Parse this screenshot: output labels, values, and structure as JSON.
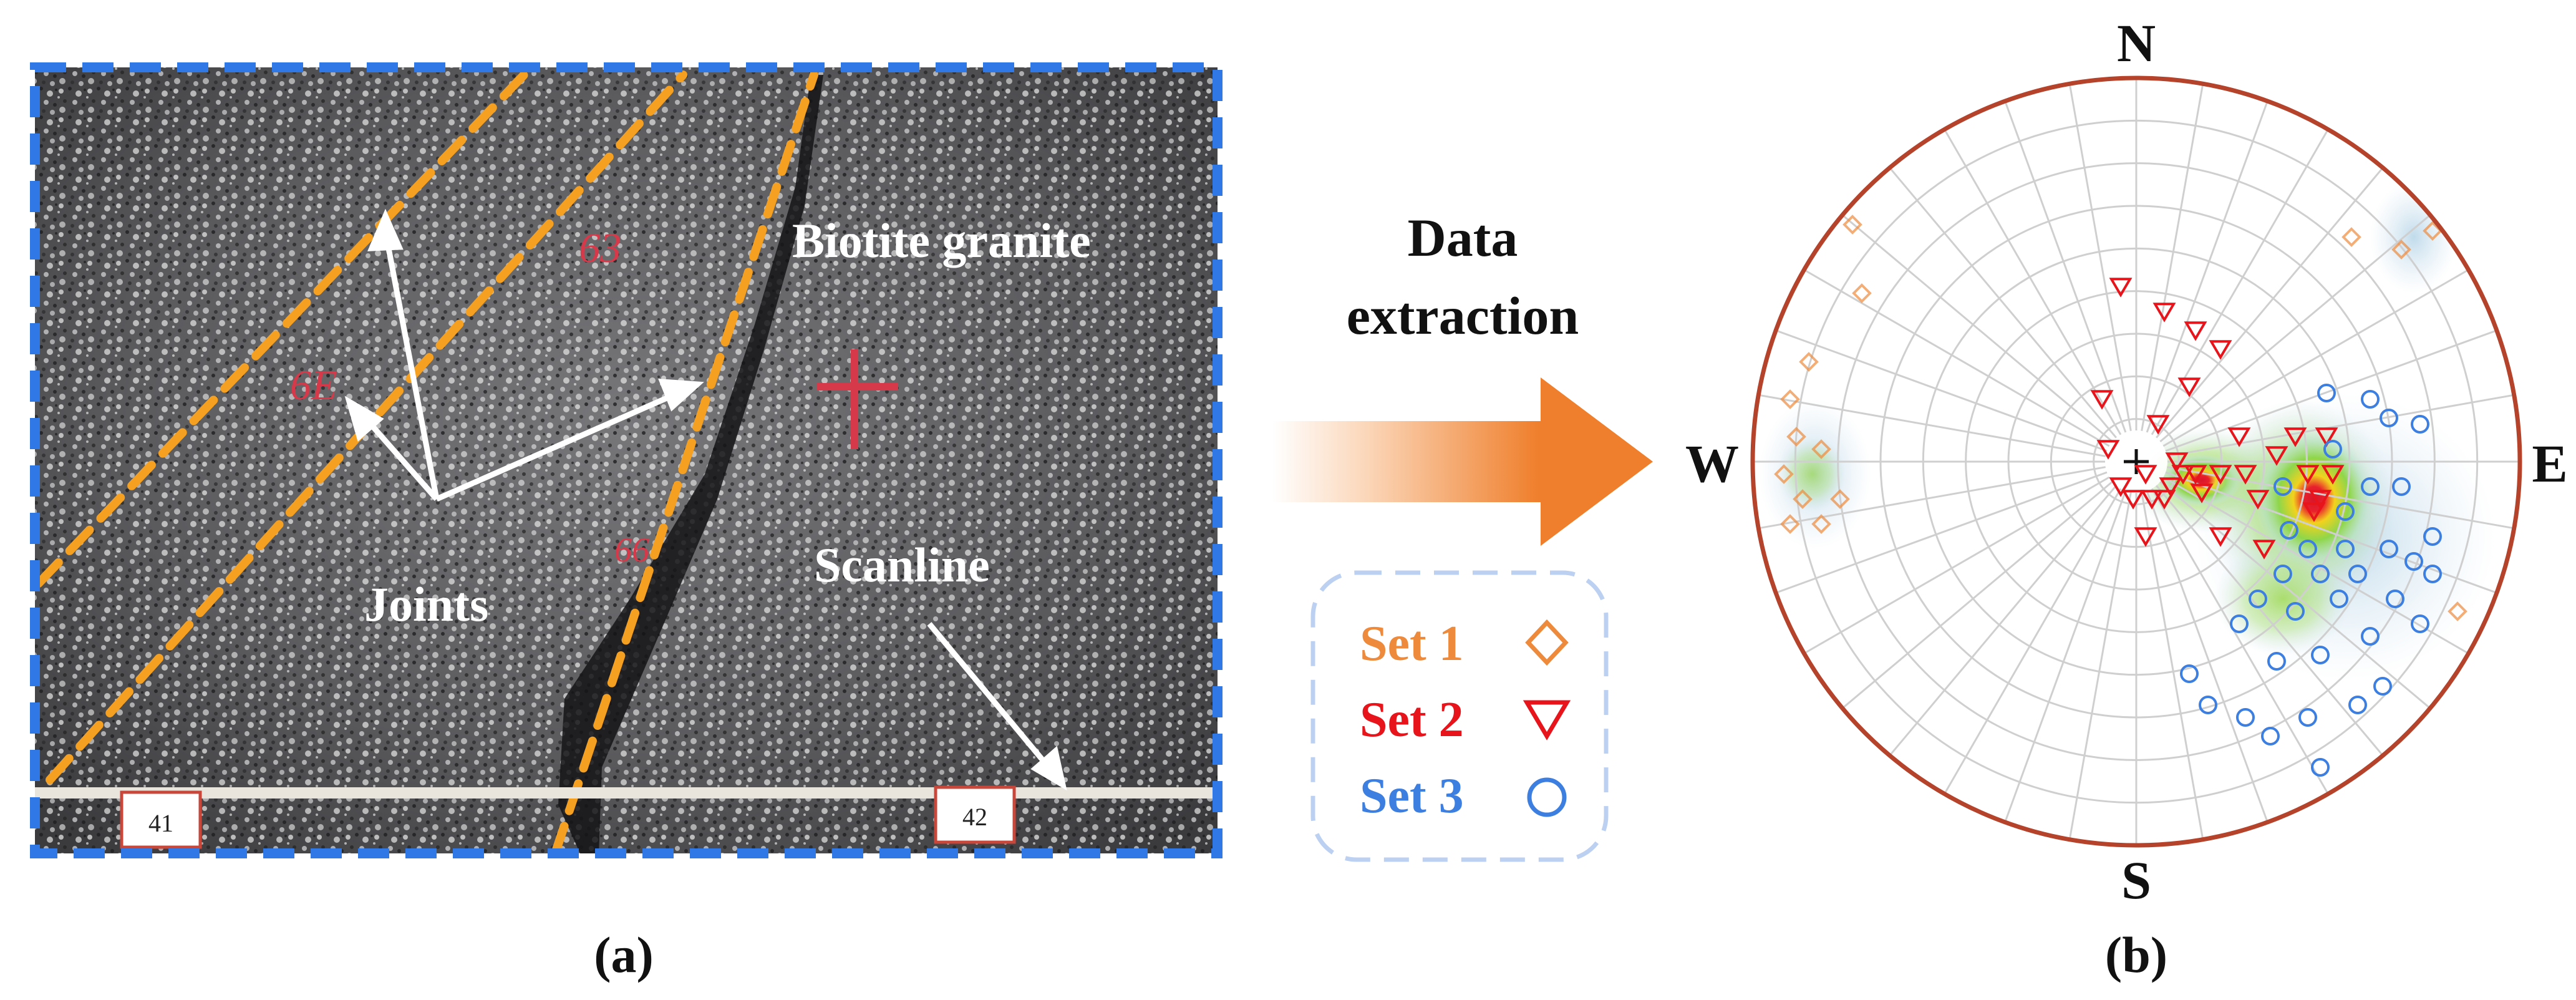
{
  "panel_a": {
    "rock_label": "Biotite granite",
    "joints_label": "Joints",
    "scanline_label": "Scanline",
    "tape_marks": [
      "41",
      "42"
    ],
    "paint_marks": [
      "63",
      "6E",
      "66"
    ],
    "caption": "(a)"
  },
  "arrow": {
    "label_line1": "Data",
    "label_line2": "extraction"
  },
  "legend": {
    "items": [
      {
        "label": "Set 1",
        "marker": "diamond",
        "color": "#ee8a3c"
      },
      {
        "label": "Set 2",
        "marker": "triangle-down",
        "color": "#e8141c"
      },
      {
        "label": "Set 3",
        "marker": "circle",
        "color": "#3d7fe0"
      }
    ]
  },
  "panel_b": {
    "north": "N",
    "south": "S",
    "east": "E",
    "west": "W",
    "caption": "(b)"
  },
  "colors": {
    "frame_dash": "#2f78e6",
    "joint_dash": "#f5a021",
    "arrow": "#ef7f2c",
    "net_rim": "#b5422a",
    "legend_border": "#bcd0f2"
  }
}
